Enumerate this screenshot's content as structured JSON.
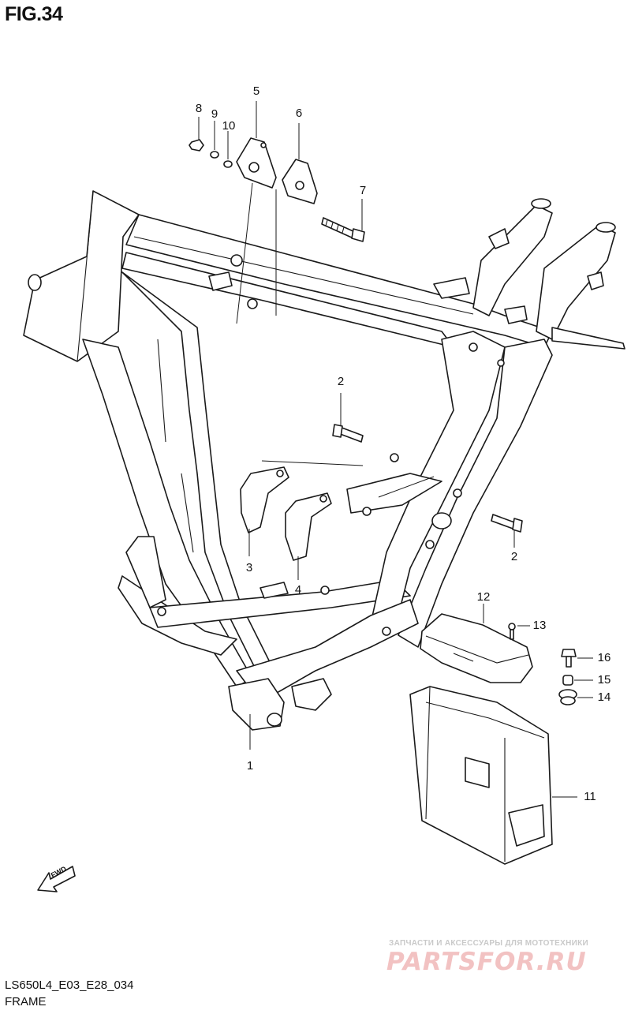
{
  "figure": {
    "title": "FIG.34",
    "model_code": "LS650L4_E03_E28_034",
    "section": "FRAME"
  },
  "callouts": [
    {
      "number": "1"
    },
    {
      "number": "2"
    },
    {
      "number": "2"
    },
    {
      "number": "3"
    },
    {
      "number": "4"
    },
    {
      "number": "5"
    },
    {
      "number": "6"
    },
    {
      "number": "7"
    },
    {
      "number": "8"
    },
    {
      "number": "9"
    },
    {
      "number": "10"
    },
    {
      "number": "11"
    },
    {
      "number": "12"
    },
    {
      "number": "13"
    },
    {
      "number": "14"
    },
    {
      "number": "15"
    },
    {
      "number": "16"
    }
  ],
  "fwd_arrow": {
    "label": "FWD"
  },
  "watermark": {
    "top_text": "ЗАПЧАСТИ И АКСЕССУАРЫ ДЛЯ МОТОТЕХНИКИ",
    "logo_text": "PARTSFOR.RU"
  }
}
